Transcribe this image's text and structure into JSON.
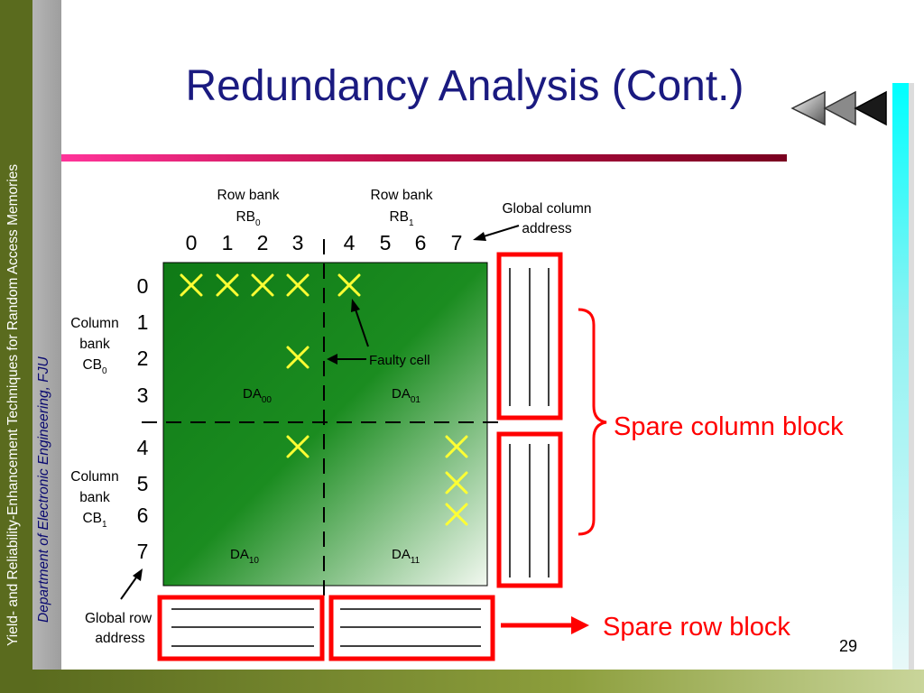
{
  "slide": {
    "title": "Redundancy Analysis (Cont.)",
    "page_number": "29",
    "sidebar_title": "Yield- and Reliability-Enhancement Techniques for Random Access Memories",
    "sidebar_department": "Department of Electronic Engineering, FJU"
  },
  "diagram": {
    "row_bank_0": {
      "label": "Row bank",
      "name": "RB",
      "sub": "0"
    },
    "row_bank_1": {
      "label": "Row bank",
      "name": "RB",
      "sub": "1"
    },
    "global_column_address": {
      "line1": "Global column",
      "line2": "address"
    },
    "column_indices": [
      "0",
      "1",
      "2",
      "3",
      "4",
      "5",
      "6",
      "7"
    ],
    "row_indices": [
      "0",
      "1",
      "2",
      "3",
      "4",
      "5",
      "6",
      "7"
    ],
    "column_bank_0": {
      "line1": "Column",
      "line2": "bank",
      "name": "CB",
      "sub": "0"
    },
    "column_bank_1": {
      "line1": "Column",
      "line2": "bank",
      "name": "CB",
      "sub": "1"
    },
    "faulty_cell_label": "Faulty cell",
    "subarrays": {
      "da00": {
        "name": "DA",
        "sub": "00"
      },
      "da01": {
        "name": "DA",
        "sub": "01"
      },
      "da10": {
        "name": "DA",
        "sub": "10"
      },
      "da11": {
        "name": "DA",
        "sub": "11"
      }
    },
    "global_row_address": {
      "line1": "Global row",
      "line2": "address"
    },
    "spare_column_block_label": "Spare column block",
    "spare_row_block_label": "Spare row block",
    "faulty_cells": [
      {
        "row": 0,
        "col": 0
      },
      {
        "row": 0,
        "col": 1
      },
      {
        "row": 0,
        "col": 2
      },
      {
        "row": 0,
        "col": 3
      },
      {
        "row": 0,
        "col": 4
      },
      {
        "row": 2,
        "col": 3
      },
      {
        "row": 4,
        "col": 3
      },
      {
        "row": 4,
        "col": 7
      },
      {
        "row": 5,
        "col": 7
      },
      {
        "row": 6,
        "col": 7
      }
    ],
    "colors": {
      "array_dark": "#0f7a16",
      "array_light": "#f2f8f0",
      "fault_mark": "#ffff33",
      "spare_frame": "#ff0000"
    }
  }
}
